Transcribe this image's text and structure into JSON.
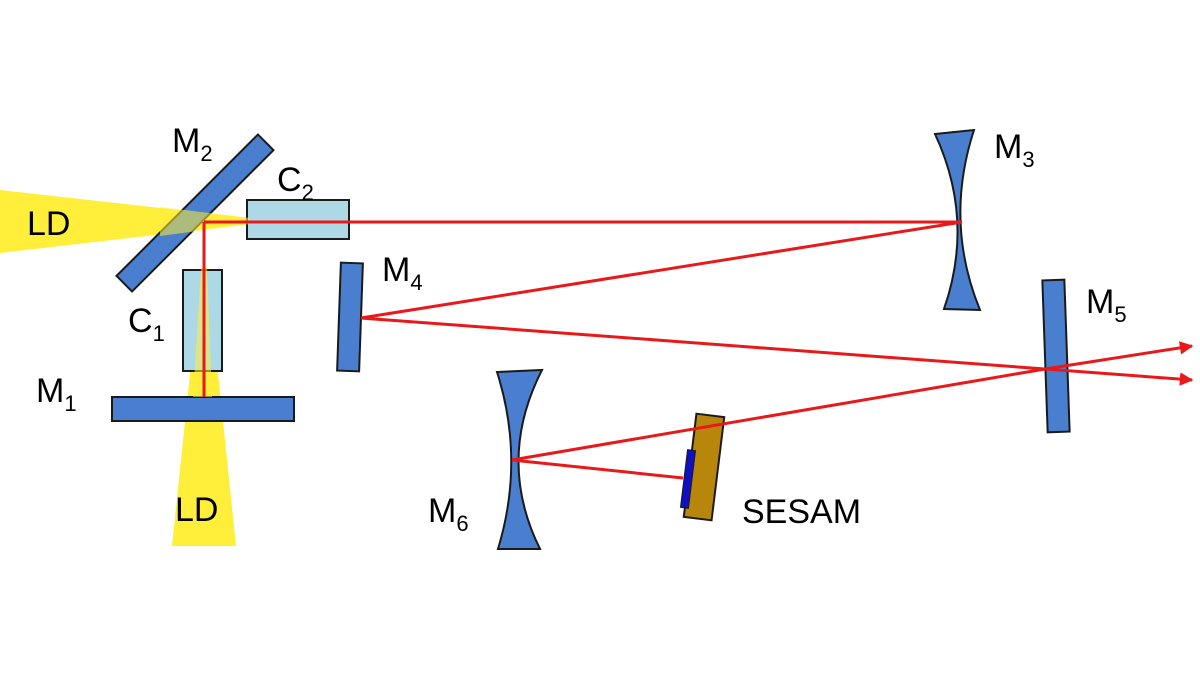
{
  "diagram": {
    "labels": {
      "ld_horizontal": "LD",
      "ld_vertical": "LD",
      "m1": {
        "base": "M",
        "sub": "1"
      },
      "m2": {
        "base": "M",
        "sub": "2"
      },
      "m3": {
        "base": "M",
        "sub": "3"
      },
      "m4": {
        "base": "M",
        "sub": "4"
      },
      "m5": {
        "base": "M",
        "sub": "5"
      },
      "m6": {
        "base": "M",
        "sub": "6"
      },
      "c1": {
        "base": "C",
        "sub": "1"
      },
      "c2": {
        "base": "C",
        "sub": "2"
      },
      "sesam": "SESAM"
    },
    "colors": {
      "mirror": "#4a7fcf",
      "crystal": "#add8e6",
      "beam": "#e8191a",
      "pump": "#ffee3a",
      "sesam_body": "#b8860b",
      "sesam_layer": "#1010c0",
      "outline": "#1a1a1a"
    }
  }
}
